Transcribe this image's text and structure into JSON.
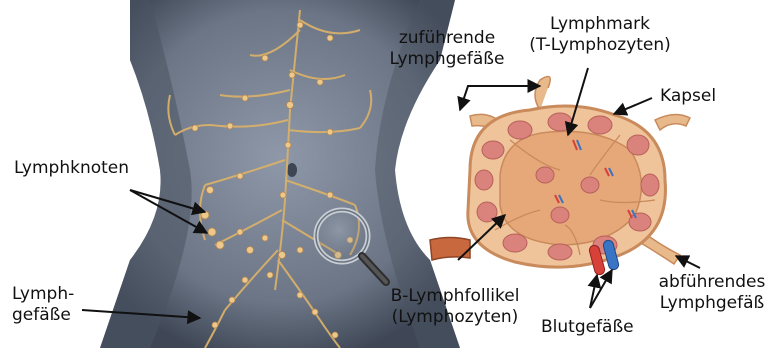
{
  "colors": {
    "background": "#ffffff",
    "torso_fill": "#7a8494",
    "torso_shade": "#4f5866",
    "lymph_vessel": "#d8b06a",
    "lymph_node": "#e8c684",
    "capsule_fill": "#f2c9a0",
    "capsule_edge": "#c98a5c",
    "follicle": "#d7817a",
    "medulla": "#e9ad7e",
    "artery": "#d8403a",
    "vein": "#3a74c4",
    "label_text": "#111111",
    "arrow": "#111111"
  },
  "icons": {
    "magnifier": "magnifier-icon"
  },
  "labels": {
    "afferent": [
      "zuführende",
      "Lymphgefäße"
    ],
    "medulla": [
      "Lymphmark",
      "(T-Lymphozyten)"
    ],
    "capsule": "Kapsel",
    "lymph_nodes": "Lymphknoten",
    "lymph_vessels": [
      "Lymph-",
      "gefäße"
    ],
    "b_follicle": [
      "B-Lymphfollikel",
      "(Lymphozyten)"
    ],
    "blood_vessels": "Blutgefäße",
    "efferent": [
      "abführendes",
      "Lymphgefäß"
    ]
  }
}
